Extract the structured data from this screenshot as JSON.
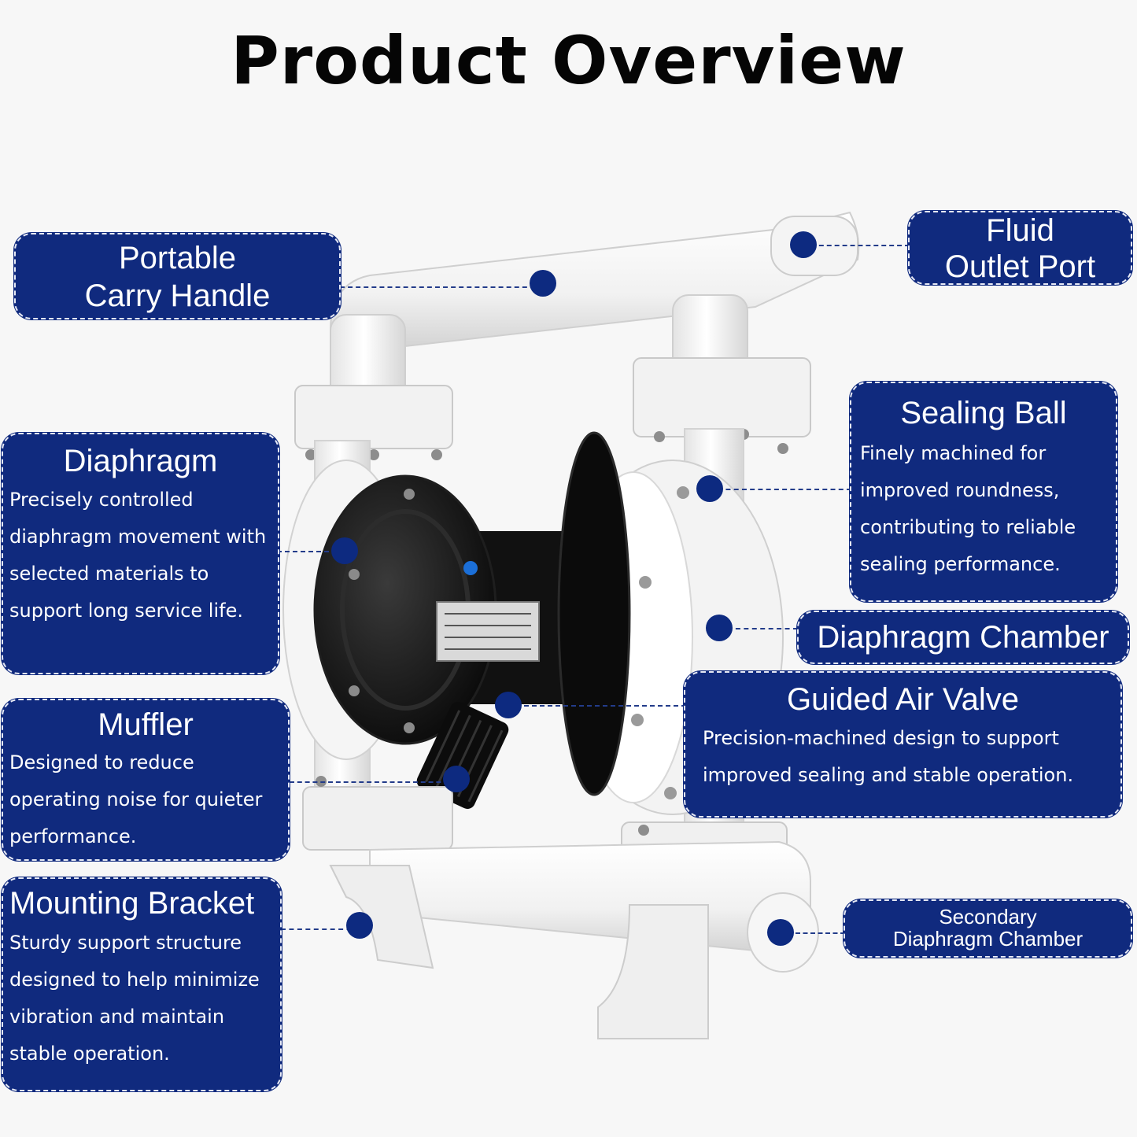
{
  "title": "Product Overview",
  "colors": {
    "callout_bg": "#102a7e",
    "marker": "#0d2a80",
    "text_on_callout": "#ffffff"
  },
  "callouts": {
    "carry_handle": {
      "line1": "Portable",
      "line2": "Carry Handle"
    },
    "fluid_outlet": {
      "line1": "Fluid",
      "line2": "Outlet Port"
    },
    "diaphragm": {
      "title": "Diaphragm",
      "desc": "Precisely controlled\ndiaphragm movement with\nselected materials to\nsupport long service life."
    },
    "sealing_ball": {
      "title": "Sealing Ball",
      "desc": "Finely machined for\nimproved roundness,\ncontributing to reliable\nsealing performance."
    },
    "diaphragm_chamber": {
      "title": "Diaphragm Chamber"
    },
    "muffler": {
      "title": "Muffler",
      "desc": "Designed to reduce\noperating noise for quieter\nperformance."
    },
    "guided_air_valve": {
      "title": "Guided Air Valve",
      "desc": "Precision-machined design to support\nimproved sealing and stable operation."
    },
    "mounting_bracket": {
      "title": "Mounting Bracket",
      "desc": "Sturdy support structure\ndesigned to help minimize\nvibration and maintain\nstable operation."
    },
    "secondary_chamber": {
      "line1": "Secondary",
      "line2": "Diaphragm Chamber"
    }
  }
}
